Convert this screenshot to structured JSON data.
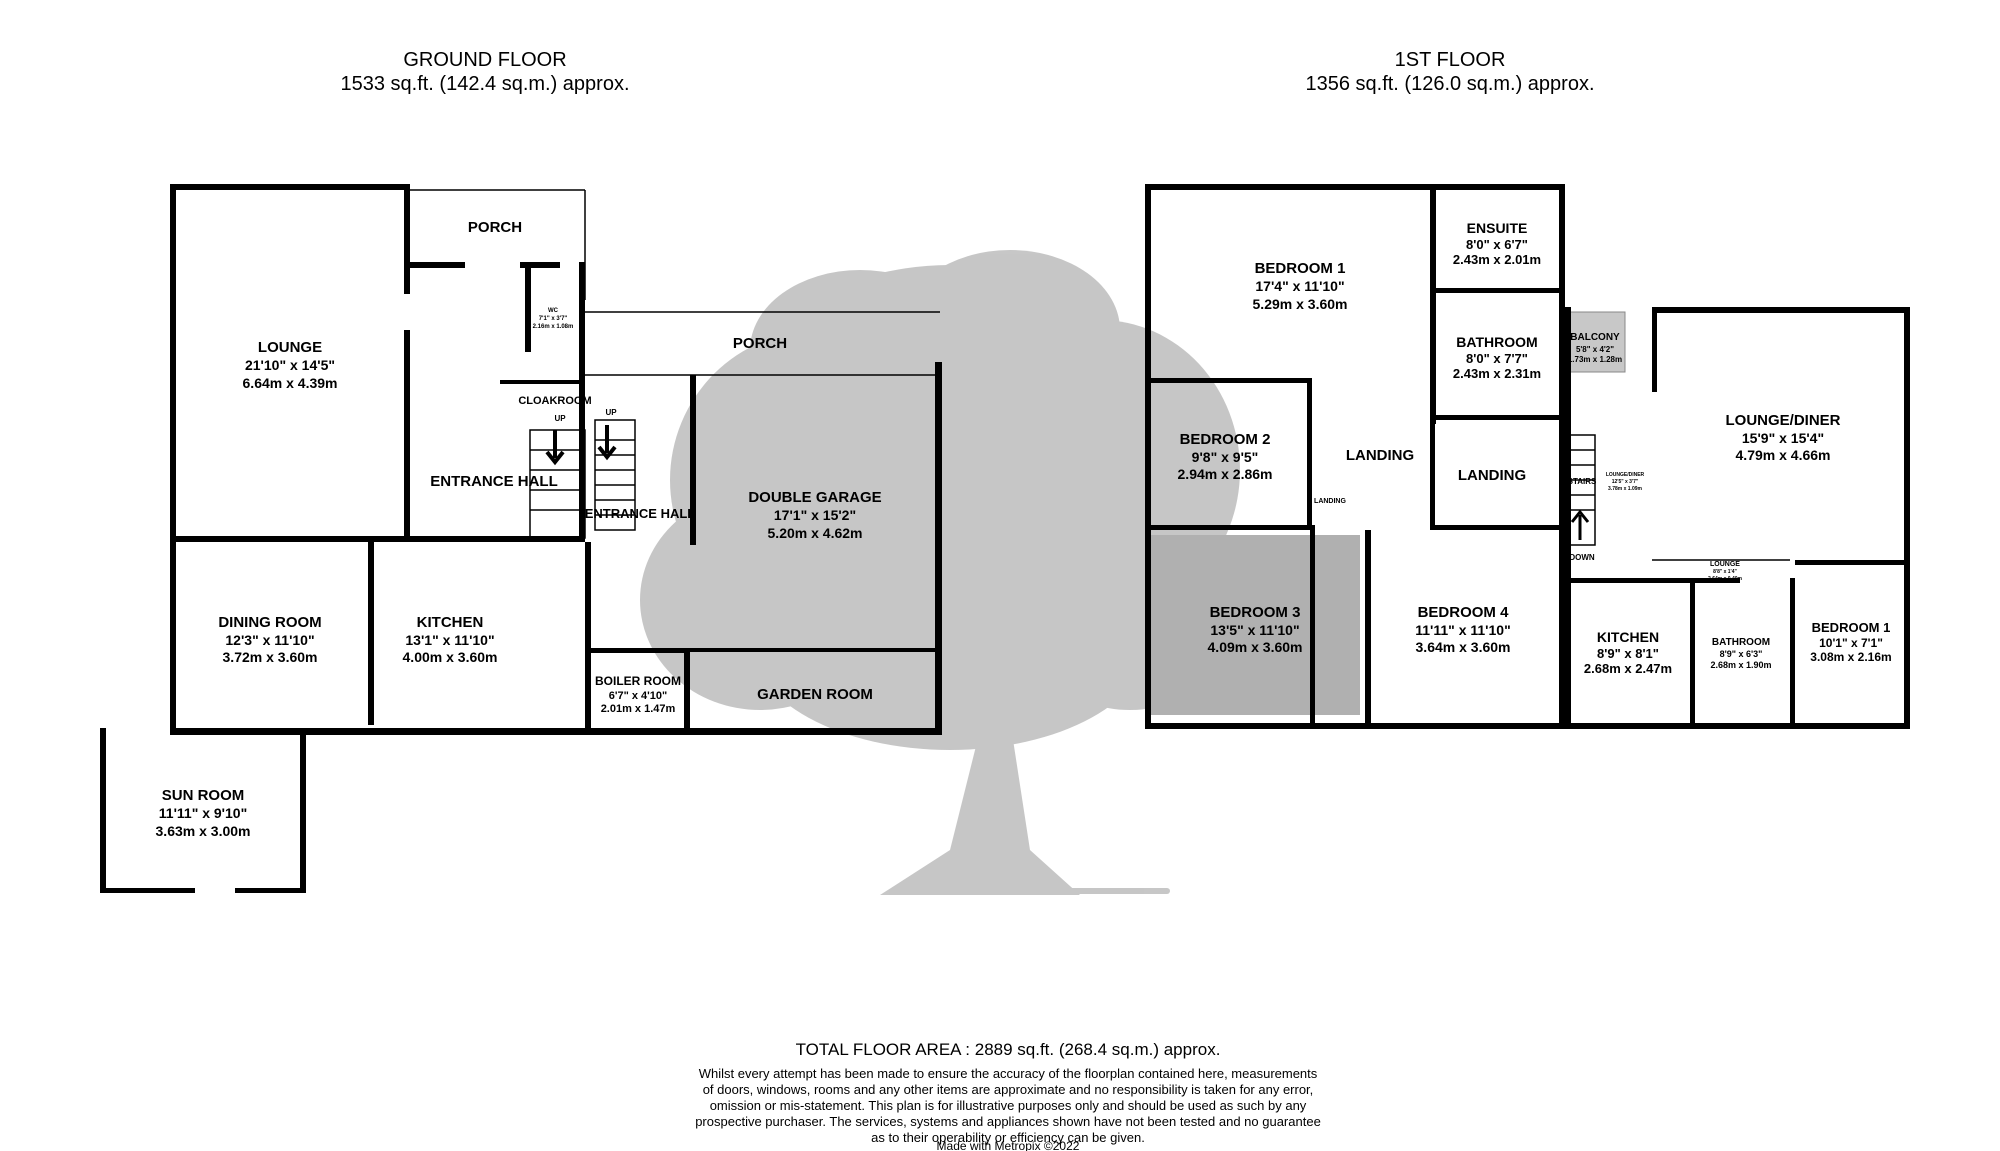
{
  "headings": {
    "ground_floor": {
      "title": "GROUND FLOOR",
      "area": "1533 sq.ft. (142.4 sq.m.) approx."
    },
    "first_floor": {
      "title": "1ST FLOOR",
      "area": "1356 sq.ft. (126.0 sq.m.) approx."
    }
  },
  "ground_rooms": {
    "porch_top": {
      "name": "PORCH"
    },
    "lounge": {
      "name": "LOUNGE",
      "imperial": "21'10\"  x 14'5\"",
      "metric": "6.64m  x 4.39m"
    },
    "wc": {
      "name": "WC",
      "imperial": "7'1\" x 3'7\"",
      "metric": "2.16m x 1.08m"
    },
    "cloakroom": {
      "name": "CLOAKROOM"
    },
    "up_left": "UP",
    "up_right": "UP",
    "entrance_hall_left": {
      "name": "ENTRANCE HALL"
    },
    "entrance_hall_right": {
      "name": "ENTRANCE HALL"
    },
    "porch_mid": {
      "name": "PORCH"
    },
    "double_garage": {
      "name": "DOUBLE GARAGE",
      "imperial": "17'1\"  x 15'2\"",
      "metric": "5.20m  x 4.62m"
    },
    "dining_room": {
      "name": "DINING ROOM",
      "imperial": "12'3\"  x 11'10\"",
      "metric": "3.72m  x 3.60m"
    },
    "kitchen": {
      "name": "KITCHEN",
      "imperial": "13'1\"  x 11'10\"",
      "metric": "4.00m  x 3.60m"
    },
    "boiler_room": {
      "name": "BOILER ROOM",
      "imperial": "6'7\"  x 4'10\"",
      "metric": "2.01m  x 1.47m"
    },
    "garden_room": {
      "name": "GARDEN ROOM"
    },
    "sun_room": {
      "name": "SUN ROOM",
      "imperial": "11'11\"  x 9'10\"",
      "metric": "3.63m  x 3.00m"
    }
  },
  "first_rooms": {
    "bedroom1": {
      "name": "BEDROOM 1",
      "imperial": "17'4\"  x 11'10\"",
      "metric": "5.29m  x 3.60m"
    },
    "ensuite": {
      "name": "ENSUITE",
      "imperial": "8'0\"  x 6'7\"",
      "metric": "2.43m  x 2.01m"
    },
    "bathroom": {
      "name": "BATHROOM",
      "imperial": "8'0\"  x 7'7\"",
      "metric": "2.43m  x 2.31m"
    },
    "bedroom2": {
      "name": "BEDROOM 2",
      "imperial": "9'8\"  x 9'5\"",
      "metric": "2.94m  x 2.86m"
    },
    "landing_main": {
      "name": "LANDING"
    },
    "landing_right": {
      "name": "LANDING"
    },
    "landing_small": {
      "name": "LANDING"
    },
    "bedroom3": {
      "name": "BEDROOM 3",
      "imperial": "13'5\"  x 11'10\"",
      "metric": "4.09m  x 3.60m"
    },
    "bedroom4": {
      "name": "BEDROOM 4",
      "imperial": "11'11\"  x 11'10\"",
      "metric": "3.64m  x 3.60m"
    }
  },
  "annex": {
    "balcony": {
      "name": "BALCONY",
      "imperial": "5'8\"  x 4'2\"",
      "metric": "1.73m  x 1.28m"
    },
    "lounge_diner": {
      "name": "LOUNGE/DINER",
      "imperial": "15'9\"  x 15'4\"",
      "metric": "4.79m  x 4.66m"
    },
    "lounge_diner_small": {
      "name": "LOUNGE/DINER",
      "imperial": "12'5\" x 3'7\"",
      "metric": "3.78m x 1.09m"
    },
    "stairs": "STAIRS",
    "down": "DOWN",
    "lounge_small": {
      "name": "LOUNGE",
      "imperial": "8'8\" x 1'4\"",
      "metric": "2.64m x 0.40m"
    },
    "kitchen": {
      "name": "KITCHEN",
      "imperial": "8'9\"  x 8'1\"",
      "metric": "2.68m  x 2.47m"
    },
    "bathroom": {
      "name": "BATHROOM",
      "imperial": "8'9\"  x 6'3\"",
      "metric": "2.68m  x 1.90m"
    },
    "bedroom1": {
      "name": "BEDROOM 1",
      "imperial": "10'1\"  x 7'1\"",
      "metric": "3.08m  x 2.16m"
    }
  },
  "footer": {
    "total": "TOTAL FLOOR AREA : 2889 sq.ft. (268.4 sq.m.) approx.",
    "disclaimer": [
      "Whilst every attempt has been made to ensure the accuracy of the floorplan contained here, measurements",
      "of doors, windows, rooms and any other items are approximate and no responsibility is taken for any error,",
      "omission or mis-statement. This plan is for illustrative purposes only and should be used as such by any",
      "prospective purchaser. The services, systems and appliances shown have not been tested and no guarantee",
      "as to their operability or efficiency can be given."
    ],
    "credit": "Made with Metropix ©2022"
  },
  "colors": {
    "wall": "#000000",
    "tree": "#c4c4c4",
    "bedroom3_fill": "#b0b0b0",
    "balcony_fill": "#c8c8c8"
  }
}
